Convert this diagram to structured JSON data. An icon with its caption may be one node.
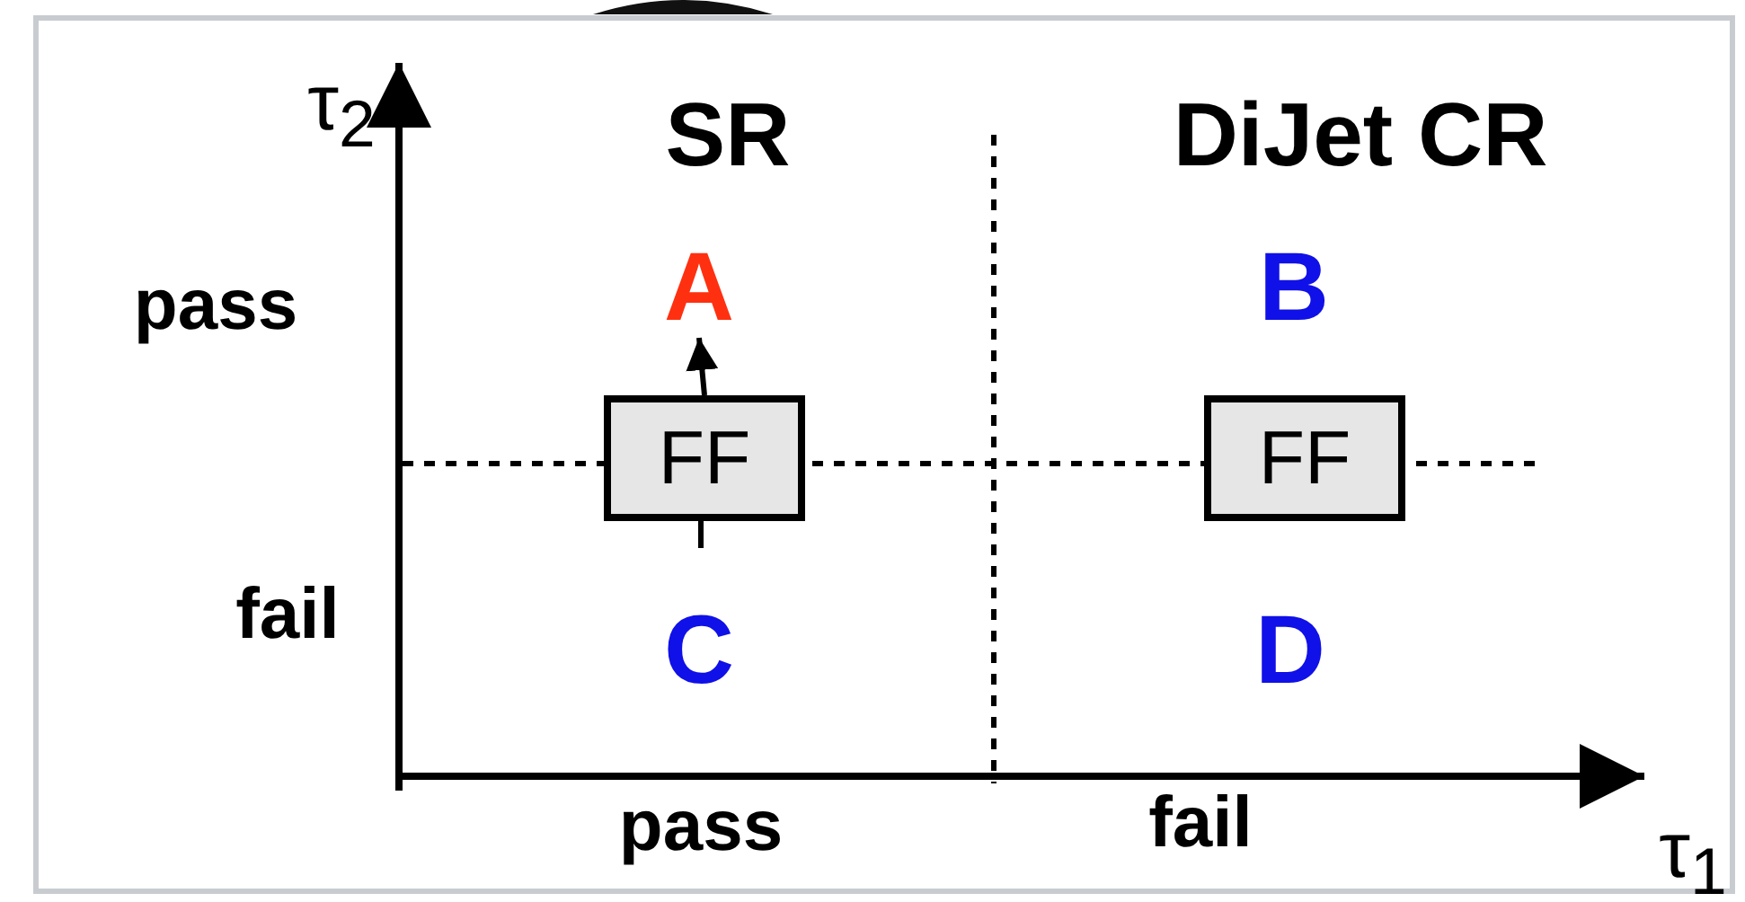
{
  "diagram": {
    "nodes": [
      {
        "text": [
          "A"
        ]
      },
      {
        "text": [
          "FF"
        ]
      },
      {
        "text": [
          "FF"
        ]
      }
    ],
    "edges": [
      {
        "from": 1,
        "to": 0,
        "arrow": "to"
      }
    ],
    "labels": [
      "τ$_{2}$",
      "SR",
      "DiJet CR",
      "pass",
      "B",
      "fail",
      "C",
      "D",
      "pass",
      "fail",
      "τ$_{1}$"
    ]
  }
}
